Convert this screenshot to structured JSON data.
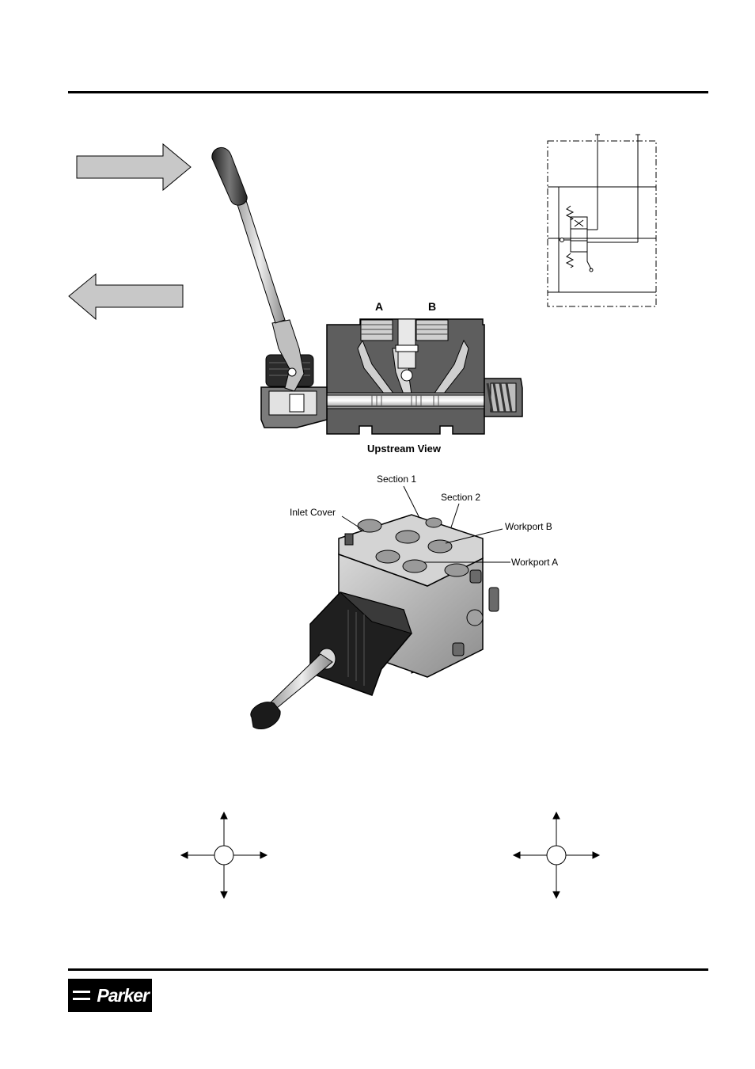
{
  "figure": {
    "port_a": "A",
    "port_b": "B",
    "caption_upstream": "Upstream View",
    "callouts": {
      "section_1": "Section 1",
      "section_2": "Section 2",
      "inlet_cover": "Inlet Cover",
      "workport_b": "Workport B",
      "workport_a": "Workport A"
    }
  },
  "footer": {
    "logo_text": "Parker"
  },
  "colors": {
    "arrow_fill": "#c8c8c8",
    "body_dark": "#555555",
    "body_mid": "#8a8a8a",
    "body_light": "#c9c9c9",
    "rule": "#000000"
  }
}
